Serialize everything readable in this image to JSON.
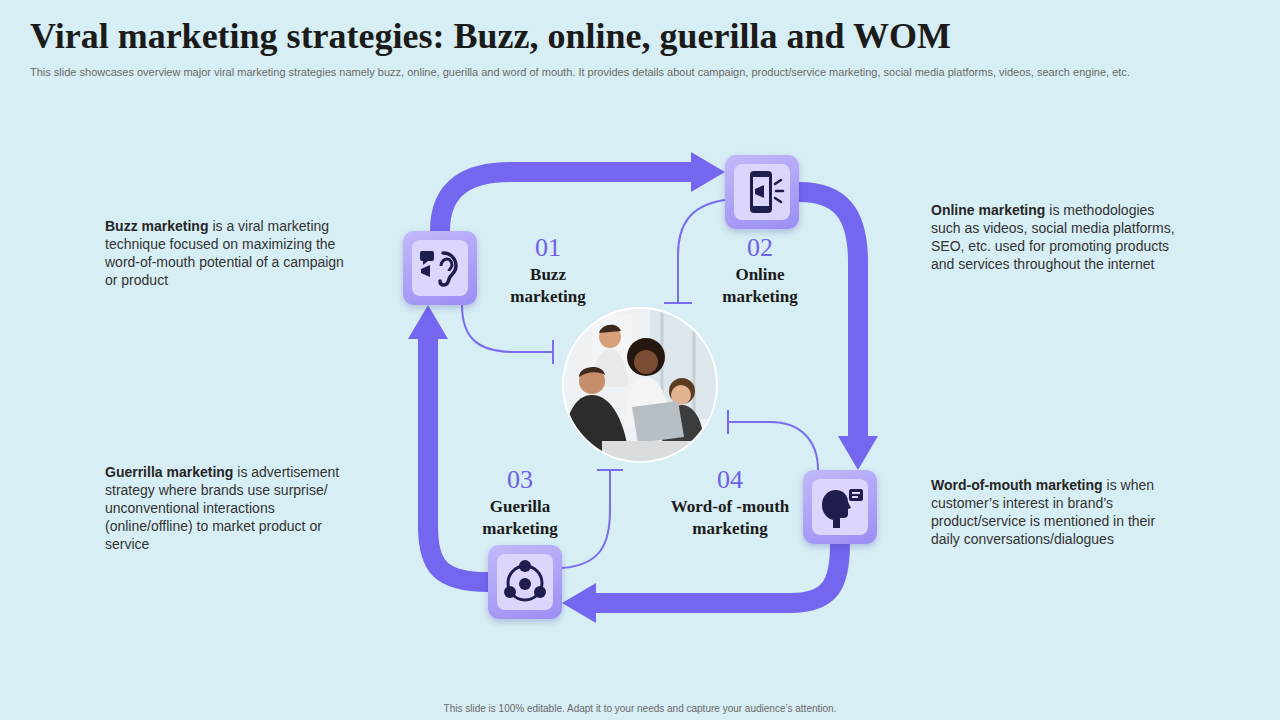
{
  "diagram": {
    "title": "Viral marketing strategies: Buzz, online, guerilla and WOM",
    "nodes": [
      {
        "text": [
          "01",
          "Buzz marketing"
        ]
      },
      {
        "text": [
          "02",
          "Online marketing"
        ]
      },
      {
        "text": [
          "03",
          "Guerilla marketing"
        ]
      },
      {
        "text": [
          "04",
          "Word-of -mouth marketing"
        ]
      }
    ],
    "edges": [
      {
        "from": 0,
        "to": 1,
        "arrow": "to"
      },
      {
        "from": 1,
        "to": 3,
        "arrow": "to"
      },
      {
        "from": 3,
        "to": 2,
        "arrow": "to"
      },
      {
        "from": 2,
        "to": 0,
        "arrow": "to"
      }
    ],
    "labels": [
      "This slide showcases overview major viral marketing strategies namely buzz,  online, guerilla and word of mouth. It provides details about campaign, product/service marketing, social media platforms, videos, search engine, etc.",
      "Buzz marketing",
      "is a viral marketing technique focused on maximizing the word-of-mouth potential of a campaign or product",
      "Online marketing",
      "is methodologies such as videos, social media platforms, SEO, etc. used for promoting products and services throughout the internet",
      "Guerrilla marketing",
      "is advertisement strategy where brands use surprise/ unconventional interactions (online/offline) to market product or service",
      "Word-of-mouth marketing",
      "is when customer’s interest in brand’s product/service is mentioned in their daily conversations/dialogues",
      "This slide is 100% editable. Adapt it to your needs and capture your audience’s attention."
    ]
  }
}
